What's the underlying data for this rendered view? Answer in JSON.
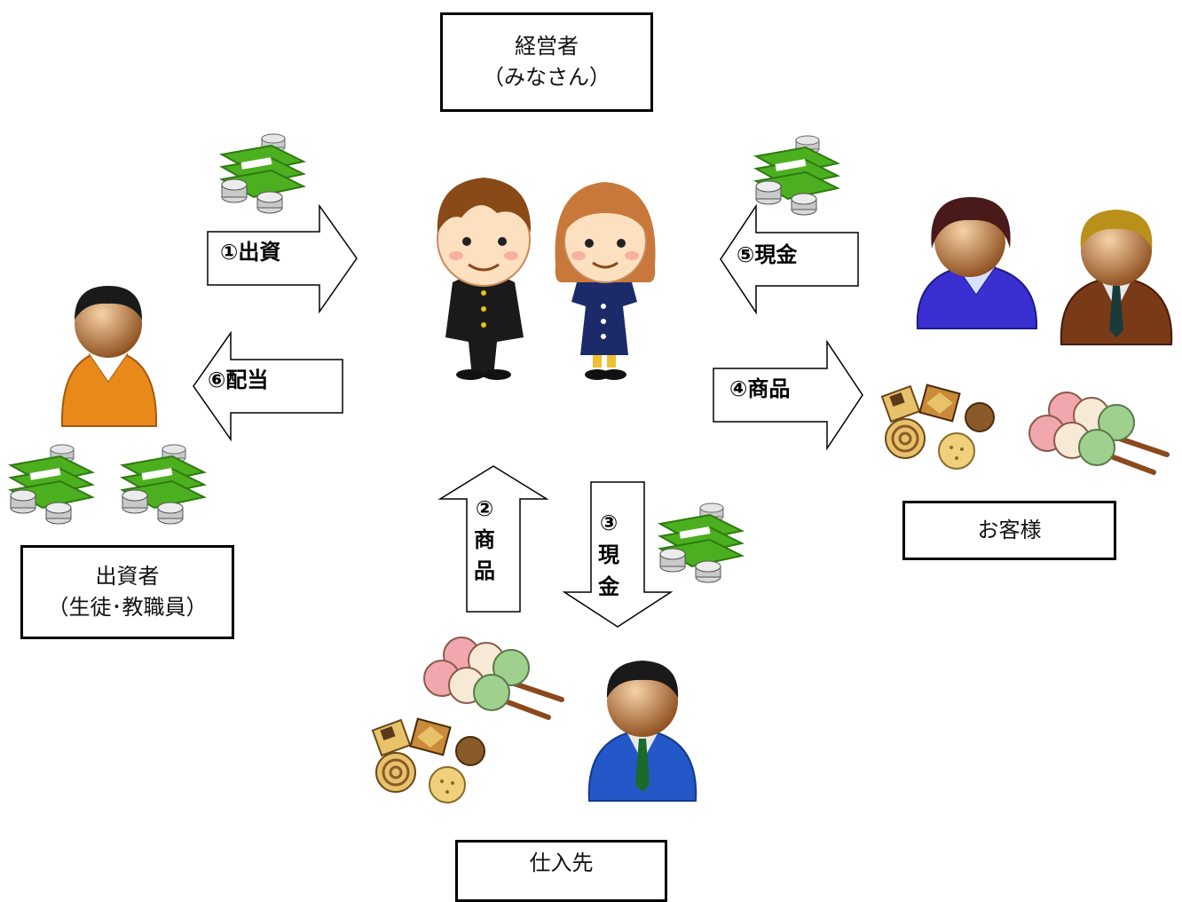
{
  "boxes": {
    "manager": {
      "line1": "経営者",
      "line2": "（みなさん）"
    },
    "investor": {
      "line1": "出資者",
      "line2": "（生徒･教職員）"
    },
    "customer": {
      "line1": "お客様"
    },
    "supplier": {
      "line1": "仕入先"
    }
  },
  "arrows": {
    "investment": "①出資",
    "goods_in": [
      "②",
      "商",
      "品"
    ],
    "payment_supplier": [
      "③",
      "現",
      "金"
    ],
    "goods_out": "④商品",
    "cash_in": "⑤現金",
    "dividend": "⑥配当"
  },
  "icons": {
    "money": "money-stack-icon",
    "person": "person-icon",
    "student_boy": "student-boy-icon",
    "student_girl": "student-girl-icon",
    "dango": "dango-icon",
    "cookies": "cookies-icon"
  },
  "colors": {
    "bill": "#4caf1f",
    "bill_dark": "#2d7a10",
    "coin": "#c9c9c9",
    "investor_shirt": "#e8891a",
    "customer_woman_shirt": "#3a2fd0",
    "customer_man_suit": "#7a3a18",
    "supplier_suit": "#2458c8"
  }
}
